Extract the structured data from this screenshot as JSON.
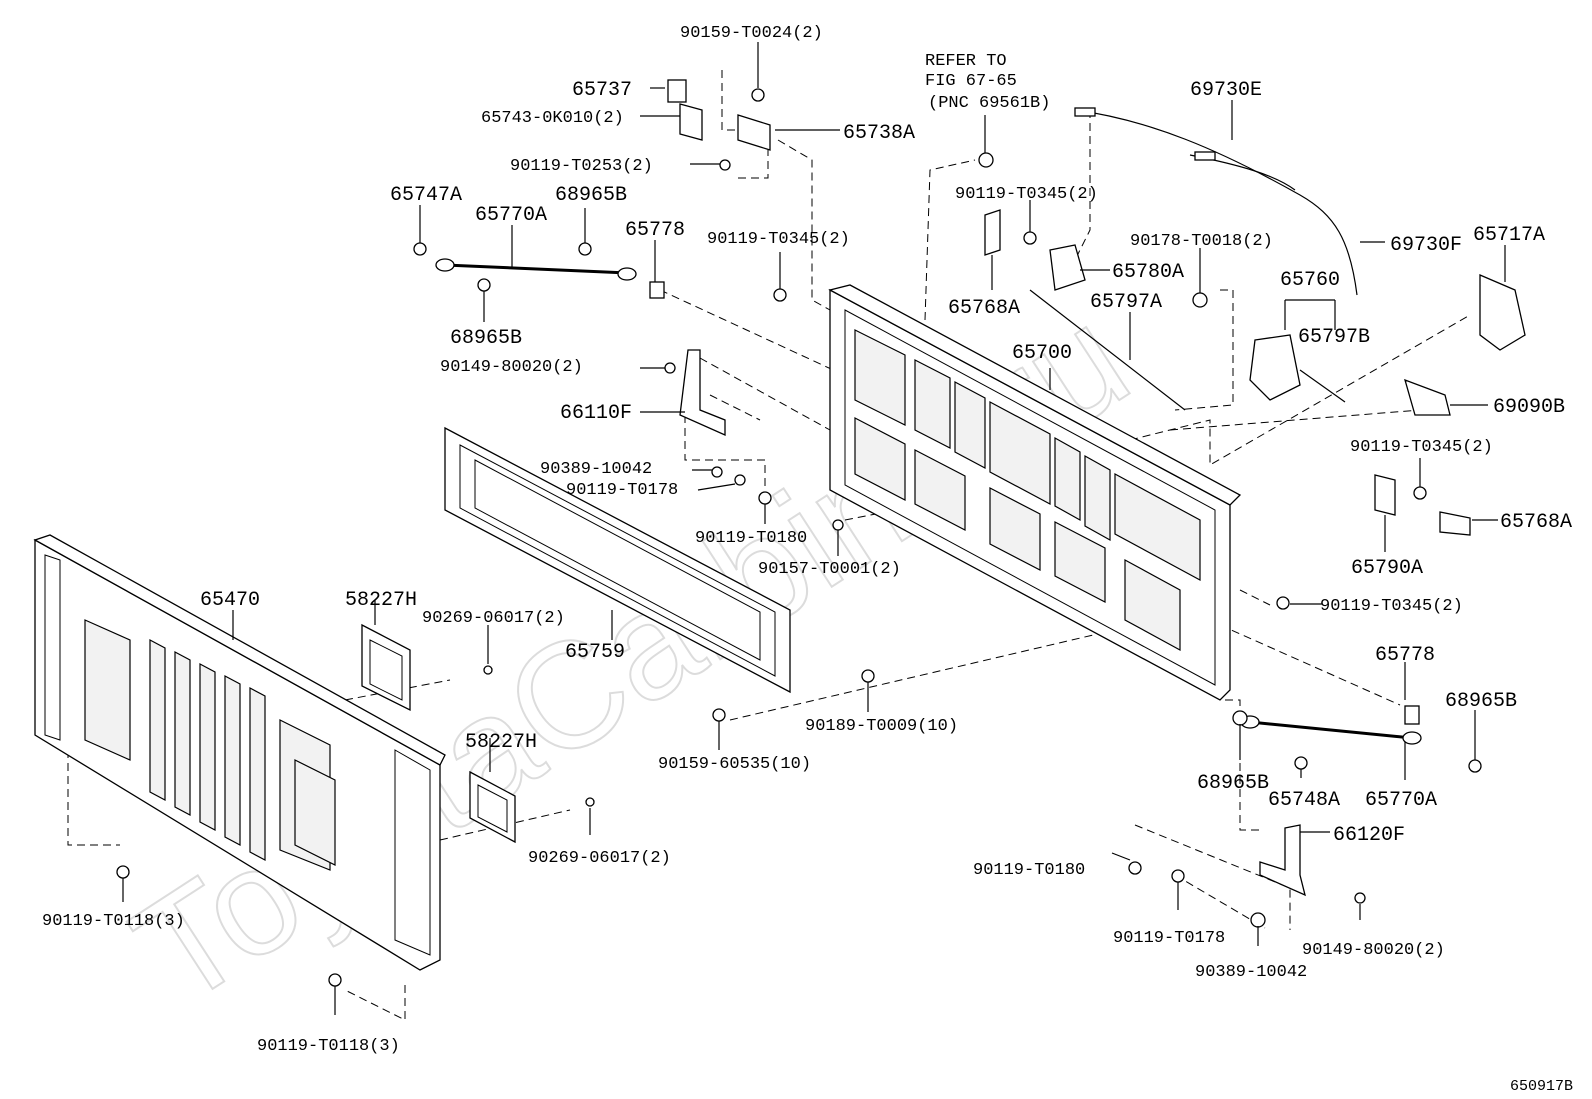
{
  "watermark": "ToyotaCarbine.ru",
  "diagram_code": "650917B",
  "reference_note": {
    "line1": "REFER TO",
    "line2": "FIG 67-65",
    "line3": "(PNC 69561B)"
  },
  "labels": {
    "p90159_T0024": "90159-T0024(2)",
    "p65737": "65737",
    "p65743": "65743-0K010(2)",
    "p65738A": "65738A",
    "p90119_T0253": "90119-T0253(2)",
    "p65747A": "65747A",
    "p68965B_a": "68965B",
    "p65770A_a": "65770A",
    "p65778_a": "65778",
    "p90119_T0345_a": "90119-T0345(2)",
    "p68965B_b": "68965B",
    "p90149_80020_a": "90149-80020(2)",
    "p66110F": "66110F",
    "p90389_10042_a": "90389-10042",
    "p90119_T0178_a": "90119-T0178",
    "p90119_T0180_a": "90119-T0180",
    "p90157_T0001": "90157-T0001(2)",
    "p90119_T0345_b": "90119-T0345(2)",
    "p65768A_a": "65768A",
    "p65780A": "65780A",
    "p65797A": "65797A",
    "p90178_T0018": "90178-T0018(2)",
    "p69730E": "69730E",
    "p69730F": "69730F",
    "p65717A": "65717A",
    "p65760": "65760",
    "p65797B": "65797B",
    "p65700": "65700",
    "p69090B": "69090B",
    "p90119_T0345_c": "90119-T0345(2)",
    "p65768A_b": "65768A",
    "p65790A": "65790A",
    "p90119_T0345_d": "90119-T0345(2)",
    "p65470": "65470",
    "p58227H_a": "58227H",
    "p90269_a": "90269-06017(2)",
    "p65759": "65759",
    "p90189_T0009": "90189-T0009(10)",
    "p90159_60535": "90159-60535(10)",
    "p58227H_b": "58227H",
    "p90269_b": "90269-06017(2)",
    "p90119_T0118_a": "90119-T0118(3)",
    "p90119_T0118_b": "90119-T0118(3)",
    "p65778_b": "65778",
    "p68965B_c": "68965B",
    "p68965B_d": "68965B",
    "p65748A": "65748A",
    "p65770A_b": "65770A",
    "p66120F": "66120F",
    "p90119_T0180_b": "90119-T0180",
    "p90119_T0178_b": "90119-T0178",
    "p90389_10042_b": "90389-10042",
    "p90149_80020_b": "90149-80020(2)"
  }
}
